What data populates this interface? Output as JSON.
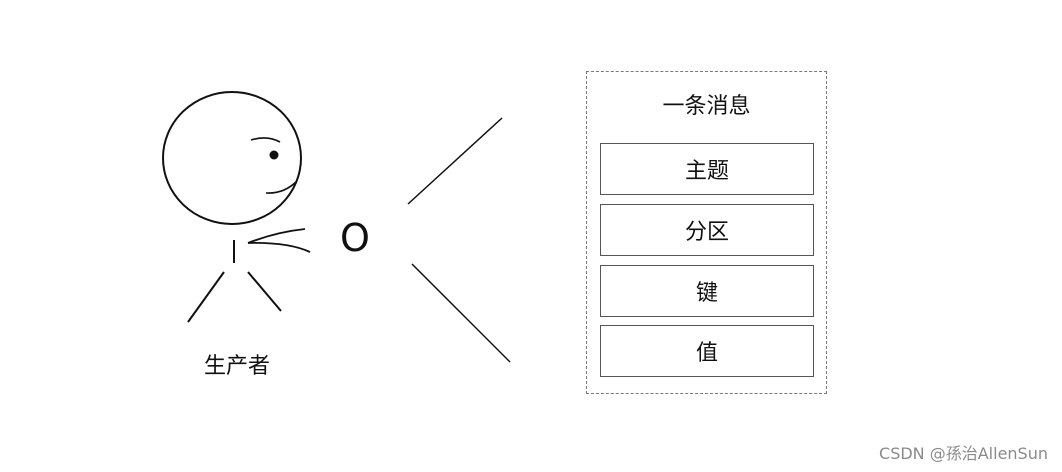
{
  "diagram": {
    "producer": {
      "label": "生产者"
    },
    "emitted_message_symbol": "O",
    "message": {
      "title": "一条消息",
      "fields": [
        "主题",
        "分区",
        "键",
        "值"
      ]
    }
  },
  "watermark": "CSDN @孫治AllenSun",
  "colors": {
    "stroke": "#111111",
    "dashed_border": "#7a7a7a",
    "field_border": "#555555",
    "watermark": "#8a8a8a"
  }
}
